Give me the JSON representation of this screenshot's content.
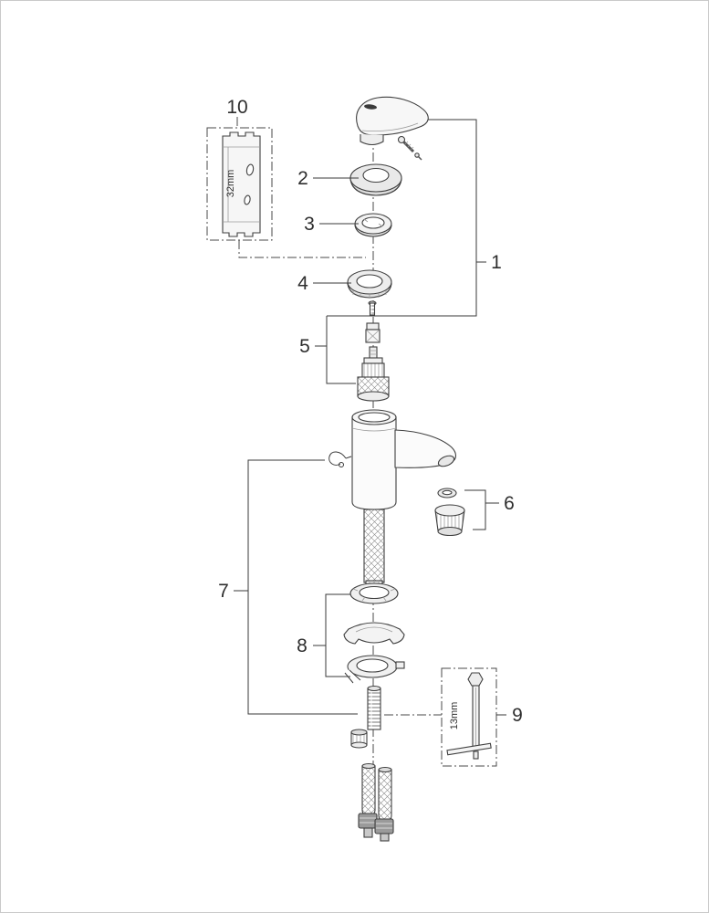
{
  "page": {
    "background": "#ffffff",
    "border_color": "#c9c9c9",
    "line_color": "#3a3a3a"
  },
  "figure": {
    "kind": "exploded-parts-diagram",
    "callouts": {
      "c1": "1",
      "c2": "2",
      "c3": "3",
      "c4": "4",
      "c5": "5",
      "c6": "6",
      "c7": "7",
      "c8": "8",
      "c9": "9",
      "c10": "10"
    },
    "tools": {
      "cartridge_tool_size": "32mm",
      "socket_tool_size": "13mm"
    }
  }
}
